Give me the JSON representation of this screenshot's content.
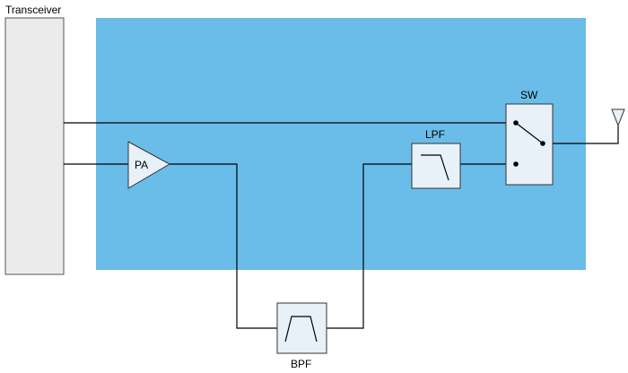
{
  "colors": {
    "module_fill": "#6bbde9",
    "block_fill": "#e8f1f8",
    "transceiver_fill": "#ebebeb",
    "line": "#000000"
  },
  "labels": {
    "transceiver": "Transceiver",
    "pa": "PA",
    "lpf": "LPF",
    "sw": "SW",
    "bpf": "BPF"
  },
  "icons": {
    "pa": "amplifier-triangle-icon",
    "lpf": "low-pass-filter-icon",
    "bpf": "band-pass-filter-icon",
    "sw": "rf-switch-icon",
    "antenna": "antenna-icon"
  }
}
